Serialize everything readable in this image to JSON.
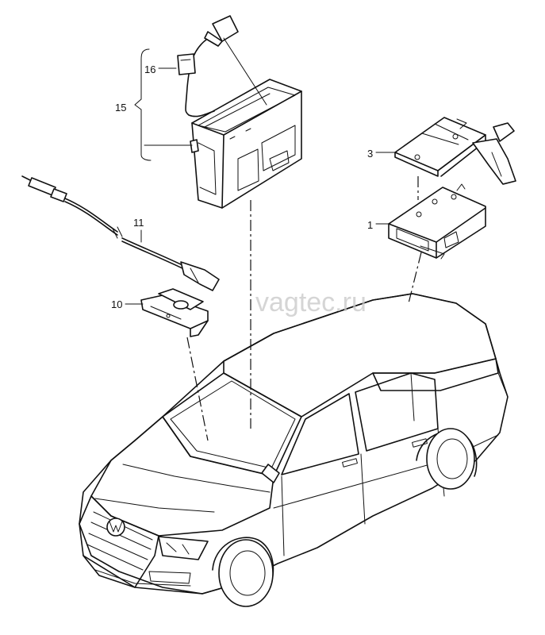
{
  "watermark": "vagtec.ru",
  "callouts": {
    "c1": "1",
    "c3": "3",
    "c10": "10",
    "c11": "11",
    "c15": "15",
    "c16": "16"
  }
}
